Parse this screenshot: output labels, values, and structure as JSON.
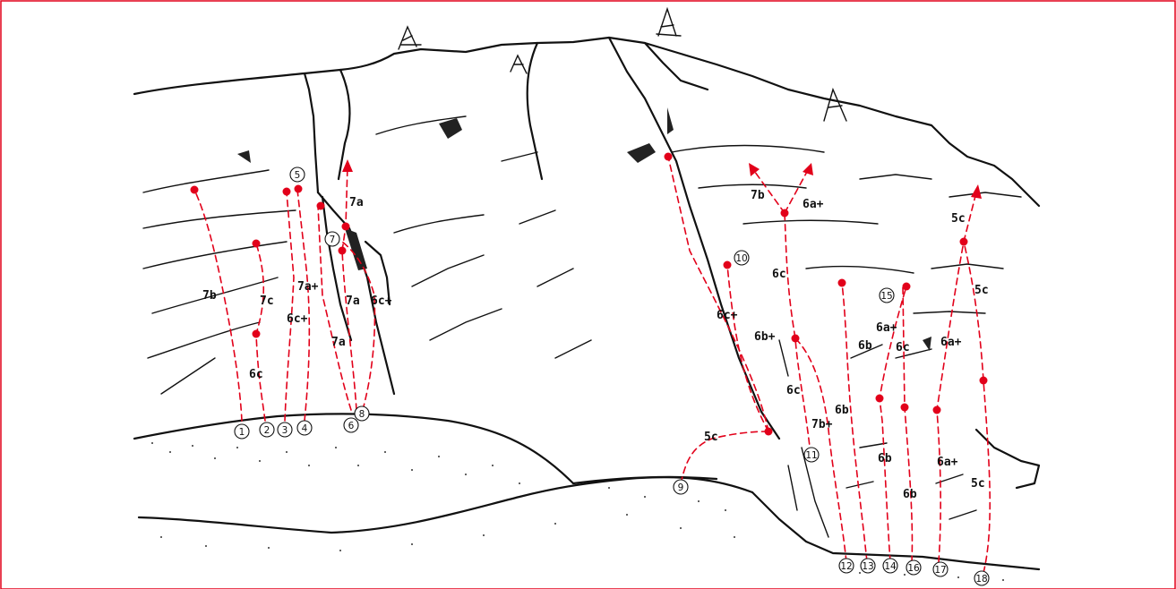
{
  "topo": {
    "border_color": "#e2001a",
    "route_color": "#e2001a",
    "line_color": "#111111",
    "route_numbers": [
      "1",
      "2",
      "3",
      "4",
      "5",
      "6",
      "7",
      "8",
      "9",
      "10",
      "11",
      "12",
      "13",
      "14",
      "16",
      "17",
      "18"
    ],
    "routes": [
      {
        "number": "1",
        "grade": "7b"
      },
      {
        "number": "2",
        "grade": "7c"
      },
      {
        "number": "2",
        "grade": "6c"
      },
      {
        "number": "3",
        "grade": "6c+"
      },
      {
        "number": "4",
        "grade": "7a+"
      },
      {
        "number": "5",
        "grade": ""
      },
      {
        "number": "6",
        "grade": "7a"
      },
      {
        "number": "7",
        "grade": "7a"
      },
      {
        "number": "7",
        "grade": "7a"
      },
      {
        "number": "8",
        "grade": "6c+"
      },
      {
        "number": "9",
        "grade": "5c"
      },
      {
        "number": "10",
        "grade": "6c+"
      },
      {
        "number": "10",
        "grade": "6b+"
      },
      {
        "number": "11",
        "grade": "6c"
      },
      {
        "number": "11",
        "grade": "7b"
      },
      {
        "number": "11",
        "grade": "6a+"
      },
      {
        "number": "12",
        "grade": "6c"
      },
      {
        "number": "12",
        "grade": "7b+"
      },
      {
        "number": "13",
        "grade": "6b"
      },
      {
        "number": "13",
        "grade": "6b"
      },
      {
        "number": "14",
        "grade": "6b"
      },
      {
        "number": "14",
        "grade": "6b"
      },
      {
        "number": "15",
        "grade": "6a+"
      },
      {
        "number": "16",
        "grade": "6c"
      },
      {
        "number": "16",
        "grade": "6b"
      },
      {
        "number": "17",
        "grade": "6a+"
      },
      {
        "number": "17",
        "grade": "6a+"
      },
      {
        "number": "18",
        "grade": "5c"
      },
      {
        "number": "18",
        "grade": "5c"
      },
      {
        "number": "18",
        "grade": "5c"
      }
    ]
  }
}
